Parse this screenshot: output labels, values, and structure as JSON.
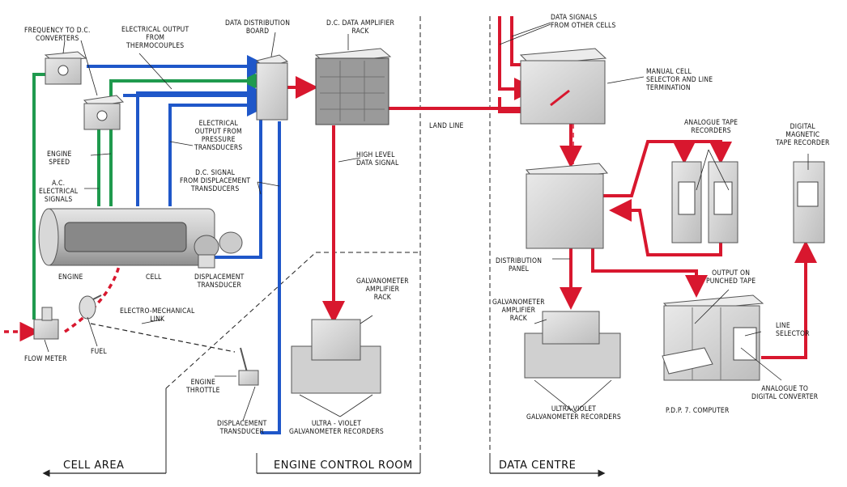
{
  "labels": {
    "freq_to_dc": "FREQUENCY TO D.C.\nCONVERTERS",
    "elec_output_thermo": "ELECTRICAL OUTPUT\nFROM\nTHERMOCOUPLES",
    "data_dist_board": "DATA DISTRIBUTION\nBOARD",
    "dc_amp_rack": "D.C. DATA AMPLIFIER\nRACK",
    "data_signals_other": "DATA SIGNALS\nFROM OTHER CELLS",
    "manual_cell_selector": "MANUAL CELL\nSELECTOR AND LINE\nTERMINATION",
    "land_line": "LAND LINE",
    "elec_output_pressure": "ELECTRICAL\nOUTPUT FROM\nPRESSURE\nTRANSDUCERS",
    "engine_speed": "ENGINE\nSPEED",
    "ac_signals": "A.C.\nELECTRICAL\nSIGNALS",
    "high_level": "HIGH LEVEL\nDATA SIGNAL",
    "dc_signal_disp": "D.C. SIGNAL\nFROM DISPLACEMENT\nTRANSDUCERS",
    "analogue_tape": "ANALOGUE TAPE\nRECORDERS",
    "digital_tape": "DIGITAL\nMAGNETIC\nTAPE RECORDER",
    "engine": "ENGINE",
    "cell": "CELL",
    "disp_transducer_1": "DISPLACEMENT\nTRANSDUCER",
    "dist_panel": "DISTRIBUTION\nPANEL",
    "galv_amp_rack_1": "GALVANOMETER\nAMPLIFIER\nRACK",
    "output_punched": "OUTPUT ON\nPUNCHED TAPE",
    "elec_mech_link": "ELECTRO-MECHANICAL\nLINK",
    "galv_amp_rack_2": "GALVANOMETER\nAMPLIFIER\nRACK",
    "line_selector": "LINE\nSELECTOR",
    "fuel": "FUEL",
    "flow_meter": "FLOW METER",
    "engine_throttle": "ENGINE\nTHROTTLE",
    "uv_galv_1": "ULTRA-VIOLET\nGALVANOMETER RECORDERS",
    "analogue_digital": "ANALOGUE TO\nDIGITAL CONVERTER",
    "pdp7": "P.D.P. 7. COMPUTER",
    "disp_transducer_2": "DISPLACEMENT\nTRANSDUCER",
    "uv_galv_2": "ULTRA - VIOLET\nGALVANOMETER RECORDERS"
  },
  "areas": {
    "cell_area": "CELL AREA",
    "engine_control_room": "ENGINE CONTROL ROOM",
    "data_centre": "DATA CENTRE"
  },
  "colors": {
    "red": "#d8172e",
    "blue": "#1f57c9",
    "green": "#1f9a4e",
    "grey": "#c8c8c8",
    "line": "#222222"
  }
}
